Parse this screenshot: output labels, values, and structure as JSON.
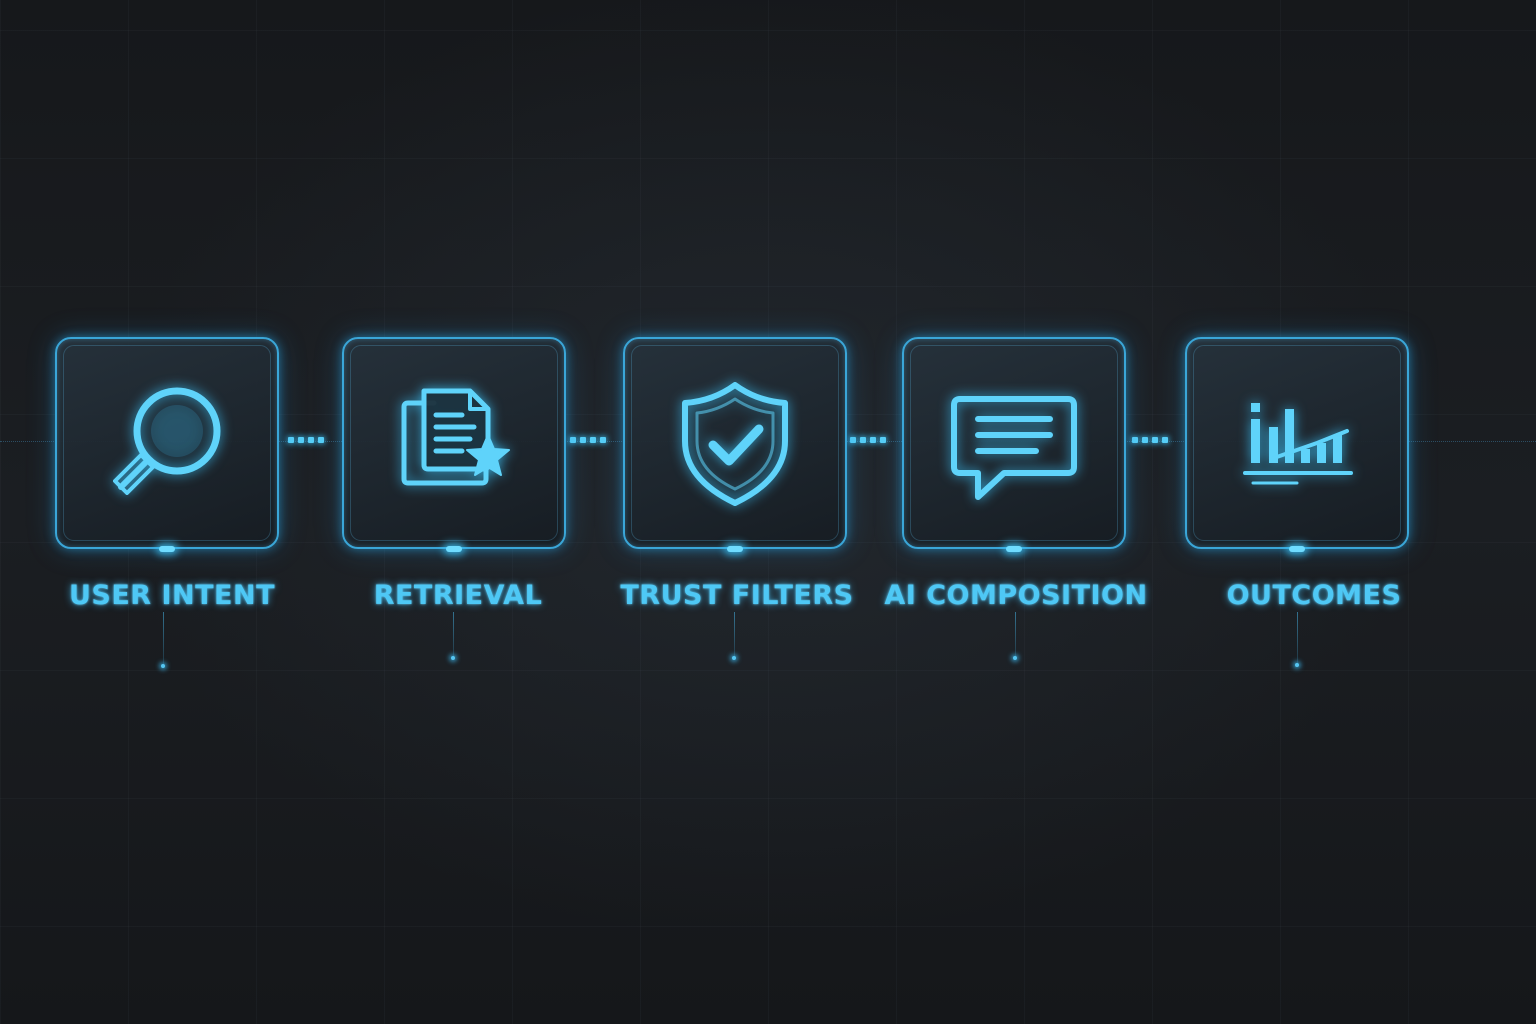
{
  "diagram": {
    "stages": [
      {
        "id": "user-intent",
        "label": "USER INTENT",
        "icon": "magnifier-icon"
      },
      {
        "id": "retrieval",
        "label": "RETRIEVAL",
        "icon": "document-star-icon"
      },
      {
        "id": "trust-filters",
        "label": "TRUST FILTERS",
        "icon": "shield-check-icon"
      },
      {
        "id": "ai-composition",
        "label": "AI COMPOSITION",
        "icon": "chat-bubble-icon"
      },
      {
        "id": "outcomes",
        "label": "OUTCOMES",
        "icon": "bar-chart-icon"
      }
    ],
    "colors": {
      "accent": "#4ec8f5",
      "glow": "#58cff7",
      "border": "#3aa6d8",
      "background": "#17191c"
    }
  }
}
